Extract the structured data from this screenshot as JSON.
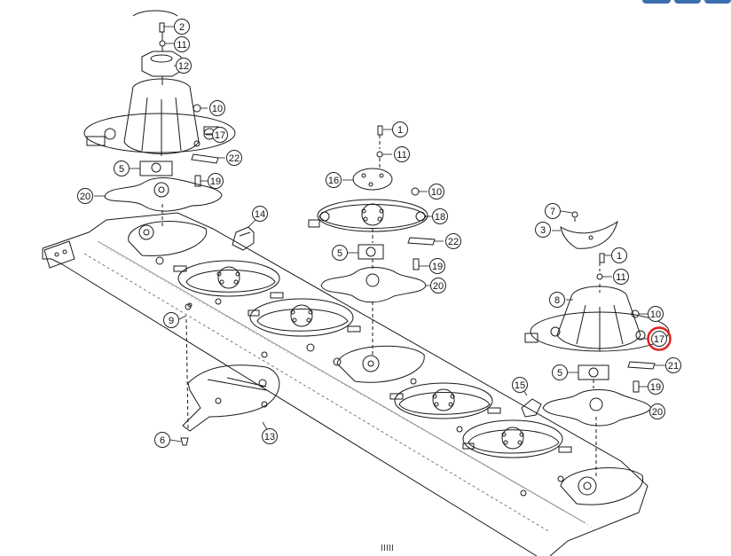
{
  "diagram": {
    "part_numbers": [
      {
        "id": "c2a",
        "label": "2"
      },
      {
        "id": "c11a",
        "label": "11"
      },
      {
        "id": "c12",
        "label": "12"
      },
      {
        "id": "c10a",
        "label": "10"
      },
      {
        "id": "c17a",
        "label": "17"
      },
      {
        "id": "c22a",
        "label": "22"
      },
      {
        "id": "c5a",
        "label": "5"
      },
      {
        "id": "c19a",
        "label": "19"
      },
      {
        "id": "c20a",
        "label": "20"
      },
      {
        "id": "c14",
        "label": "14"
      },
      {
        "id": "c1a",
        "label": "1"
      },
      {
        "id": "c11b",
        "label": "11"
      },
      {
        "id": "c16",
        "label": "16"
      },
      {
        "id": "c10b",
        "label": "10"
      },
      {
        "id": "c18",
        "label": "18"
      },
      {
        "id": "c22b",
        "label": "22"
      },
      {
        "id": "c5b",
        "label": "5"
      },
      {
        "id": "c19b",
        "label": "19"
      },
      {
        "id": "c20b",
        "label": "20"
      },
      {
        "id": "c9",
        "label": "9"
      },
      {
        "id": "c7",
        "label": "7"
      },
      {
        "id": "c3",
        "label": "3"
      },
      {
        "id": "c1b",
        "label": "1"
      },
      {
        "id": "c11c",
        "label": "11"
      },
      {
        "id": "c8",
        "label": "8"
      },
      {
        "id": "c10c",
        "label": "10"
      },
      {
        "id": "c17b",
        "label": "17",
        "highlighted": true
      },
      {
        "id": "c21",
        "label": "21"
      },
      {
        "id": "c5c",
        "label": "5"
      },
      {
        "id": "c19c",
        "label": "19"
      },
      {
        "id": "c20c",
        "label": "20"
      },
      {
        "id": "c15",
        "label": "15"
      },
      {
        "id": "c13",
        "label": "13"
      },
      {
        "id": "c6",
        "label": "6"
      }
    ],
    "highlight_color": "#e0201b",
    "line_color": "#1a1a1a"
  }
}
